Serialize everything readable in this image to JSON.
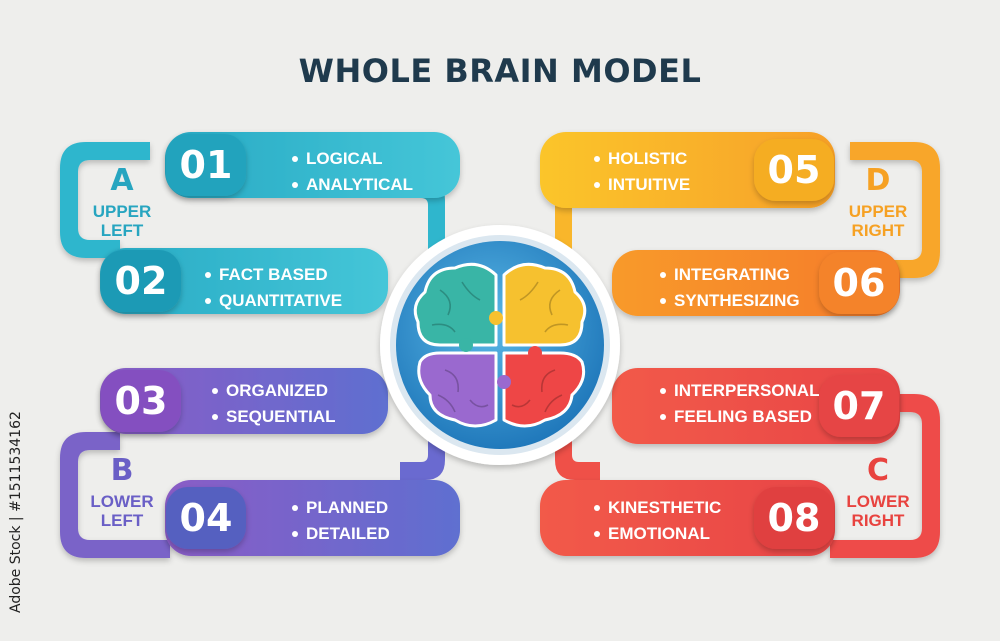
{
  "title": "WHOLE BRAIN MODEL",
  "watermark": "Adobe Stock | #1511534162",
  "colors": {
    "upper_left": "#2fb6cd",
    "lower_left": "#7a64c8",
    "upper_right": "#f8b62a",
    "lower_right": "#ee4c49",
    "title": "#1f3a4d",
    "background": "#eeeeec"
  },
  "center_icon": "brain-puzzle-icon",
  "quadrants": [
    {
      "letter": "A",
      "name_line1": "UPPER",
      "name_line2": "LEFT"
    },
    {
      "letter": "B",
      "name_line1": "LOWER",
      "name_line2": "LEFT"
    },
    {
      "letter": "C",
      "name_line1": "LOWER",
      "name_line2": "RIGHT"
    },
    {
      "letter": "D",
      "name_line1": "UPPER",
      "name_line2": "RIGHT"
    }
  ],
  "steps": [
    {
      "number": "01",
      "items": [
        "LOGICAL",
        "ANALYTICAL"
      ]
    },
    {
      "number": "02",
      "items": [
        "FACT BASED",
        "QUANTITATIVE"
      ]
    },
    {
      "number": "03",
      "items": [
        "ORGANIZED",
        "SEQUENTIAL"
      ]
    },
    {
      "number": "04",
      "items": [
        "PLANNED",
        "DETAILED"
      ]
    },
    {
      "number": "05",
      "items": [
        "HOLISTIC",
        "INTUITIVE"
      ]
    },
    {
      "number": "06",
      "items": [
        "INTEGRATING",
        "SYNTHESIZING"
      ]
    },
    {
      "number": "07",
      "items": [
        "INTERPERSONAL",
        "FEELING BASED"
      ]
    },
    {
      "number": "08",
      "items": [
        "KINESTHETIC",
        "EMOTIONAL"
      ]
    }
  ]
}
